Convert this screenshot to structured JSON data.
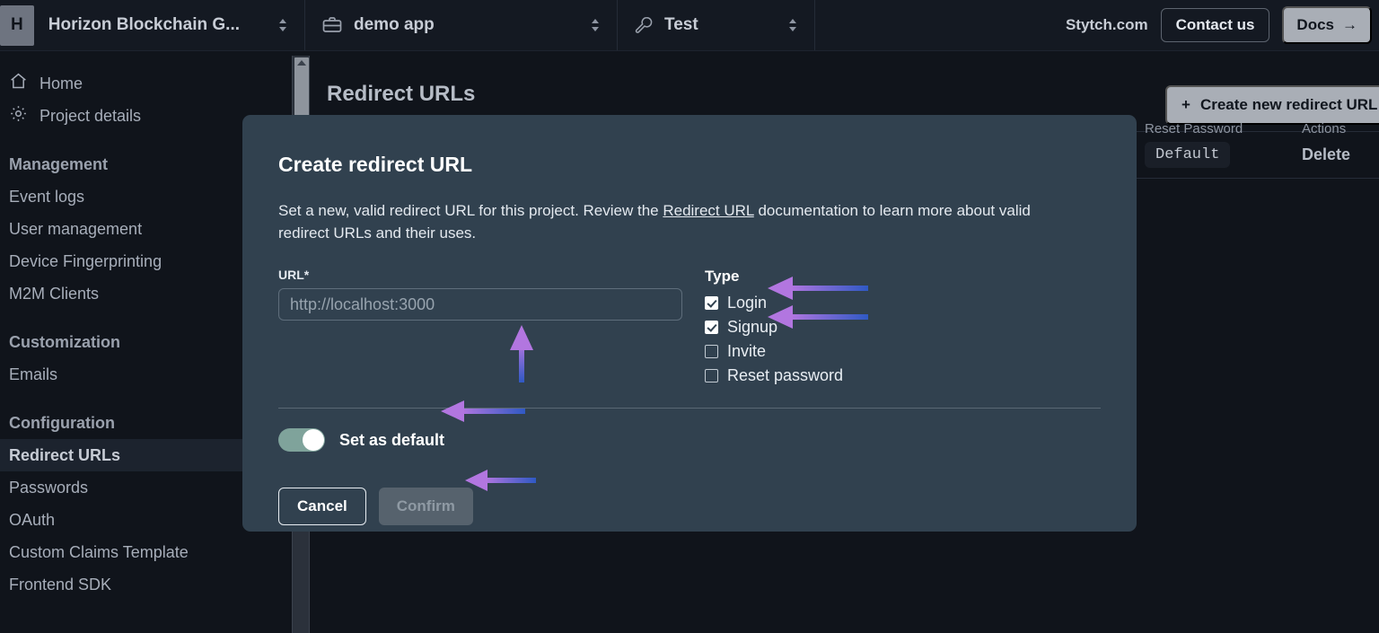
{
  "topbar": {
    "org_initial": "H",
    "org_name": "Horizon Blockchain G...",
    "app_name": "demo app",
    "env_name": "Test",
    "stytch_link": "Stytch.com",
    "contact_label": "Contact us",
    "docs_label": "Docs",
    "docs_arrow": "→"
  },
  "sidebar": {
    "items": [
      {
        "label": "Home",
        "icon": "home-icon",
        "type": "link",
        "active": false
      },
      {
        "label": "Project details",
        "icon": "gear-icon",
        "type": "link",
        "active": false
      },
      {
        "label": "Management",
        "type": "group"
      },
      {
        "label": "Event logs",
        "type": "link",
        "active": false
      },
      {
        "label": "User management",
        "type": "link",
        "active": false
      },
      {
        "label": "Device Fingerprinting",
        "type": "link",
        "active": false
      },
      {
        "label": "M2M Clients",
        "type": "link",
        "active": false
      },
      {
        "label": "Customization",
        "type": "group"
      },
      {
        "label": "Emails",
        "type": "link",
        "active": false
      },
      {
        "label": "Configuration",
        "type": "group"
      },
      {
        "label": "Redirect URLs",
        "type": "link",
        "active": true
      },
      {
        "label": "Passwords",
        "type": "link",
        "active": false
      },
      {
        "label": "OAuth",
        "type": "link",
        "active": false
      },
      {
        "label": "Custom Claims Template",
        "type": "link",
        "active": false
      },
      {
        "label": "Frontend SDK",
        "type": "link",
        "active": false
      }
    ]
  },
  "main": {
    "page_title": "Redirect URLs",
    "create_button": "Create new redirect URL",
    "create_plus": "+",
    "table": {
      "headers": [
        "Reset Password",
        "Actions"
      ],
      "rows": [
        {
          "reset_password": "Default",
          "action": "Delete"
        }
      ]
    }
  },
  "modal": {
    "title": "Create redirect URL",
    "description_before": "Set a new, valid redirect URL for this project. Review the ",
    "description_link": "Redirect URL",
    "description_after": " documentation to learn more about valid redirect URLs and their uses.",
    "url_label": "URL*",
    "url_value": "",
    "url_placeholder": "http://localhost:3000",
    "type_label": "Type",
    "types": [
      {
        "label": "Login",
        "checked": true
      },
      {
        "label": "Signup",
        "checked": true
      },
      {
        "label": "Invite",
        "checked": false
      },
      {
        "label": "Reset password",
        "checked": false
      }
    ],
    "default_toggle_label": "Set as default",
    "default_toggle_on": true,
    "cancel_label": "Cancel",
    "confirm_label": "Confirm"
  },
  "colors": {
    "page_bg": "#10141b",
    "topbar_bg": "#141922",
    "modal_bg": "#31414f",
    "accent_button": "#a9aeb6",
    "toggle_on": "#7fa39b",
    "annotation_head": "#a96fd8",
    "annotation_tail": "#2f59c4"
  },
  "annotations": {
    "count": 4,
    "targets": [
      "url-input",
      "login-checkbox",
      "signup-checkbox",
      "set-as-default-toggle",
      "confirm-button"
    ]
  }
}
